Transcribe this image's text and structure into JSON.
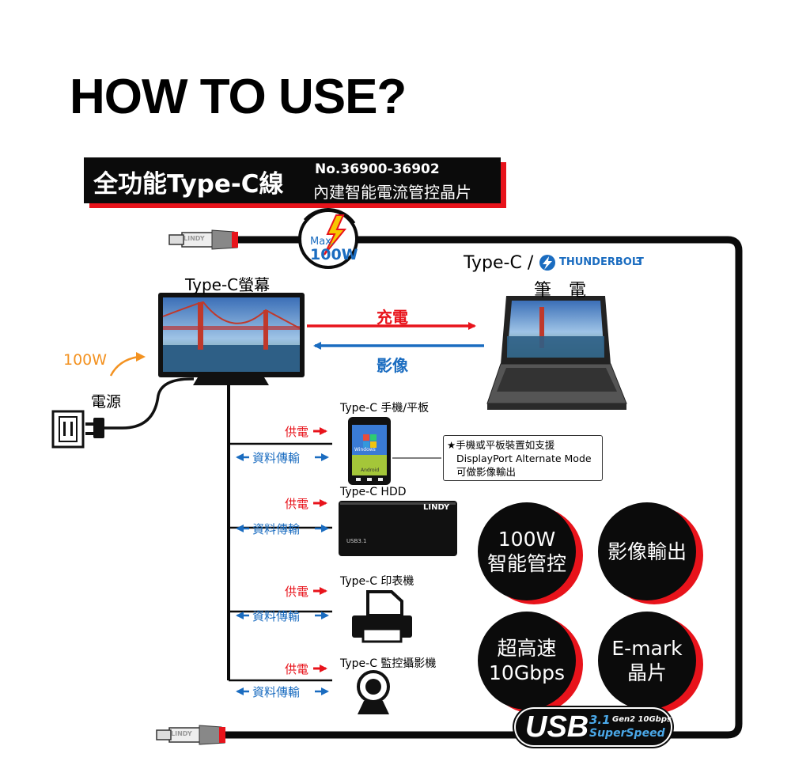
{
  "title": "HOW TO USE?",
  "banner": {
    "main": "全功能Type-C線",
    "model": "No.36900-36902",
    "chip": "內建智能電流管控晶片"
  },
  "badge": {
    "max": "Max.",
    "watt": "100W"
  },
  "monitor": {
    "label": "Type-C螢幕"
  },
  "laptop": {
    "label_prefix": "Type-C /",
    "tb_name": "THUNDERBOLT",
    "tb_num": "3",
    "label": "筆　電"
  },
  "flow": {
    "charge": "充電",
    "video": "影像"
  },
  "power": {
    "watt": "100W",
    "label": "電源"
  },
  "devices": [
    {
      "name": "Type-C 手機/平板",
      "power": "供電",
      "data": "資料傳輸"
    },
    {
      "name": "Type-C HDD",
      "power": "供電",
      "data": "資料傳輸"
    },
    {
      "name": "Type-C 印表機",
      "power": "供電",
      "data": "資料傳輸"
    },
    {
      "name": "Type-C 監控攝影機",
      "power": "供電",
      "data": "資料傳輸"
    }
  ],
  "phone_screen": {
    "windows": "Windows",
    "android": "Android"
  },
  "hdd": {
    "brand": "LINDY",
    "port": "USB3.1"
  },
  "note": {
    "line1": "★手機或平板裝置如支援",
    "line2": "DisplayPort Alternate Mode",
    "line3": "可做影像輸出"
  },
  "features": [
    {
      "line1": "100W",
      "line2": "智能管控"
    },
    {
      "line1": "影像輸出",
      "line2": ""
    },
    {
      "line1": "超高速",
      "line2": "10Gbps"
    },
    {
      "line1": "E-mark",
      "line2": "晶片"
    }
  ],
  "usb_logo": {
    "usb": "USB",
    "version": "3.1",
    "gen": "Gen2 10Gbps",
    "speed": "SuperSpeed"
  },
  "plug_brand": "LINDY",
  "colors": {
    "accent_red": "#e8131b",
    "accent_blue": "#1a6cc0",
    "accent_orange": "#f39221",
    "black": "#0b0b0b"
  }
}
